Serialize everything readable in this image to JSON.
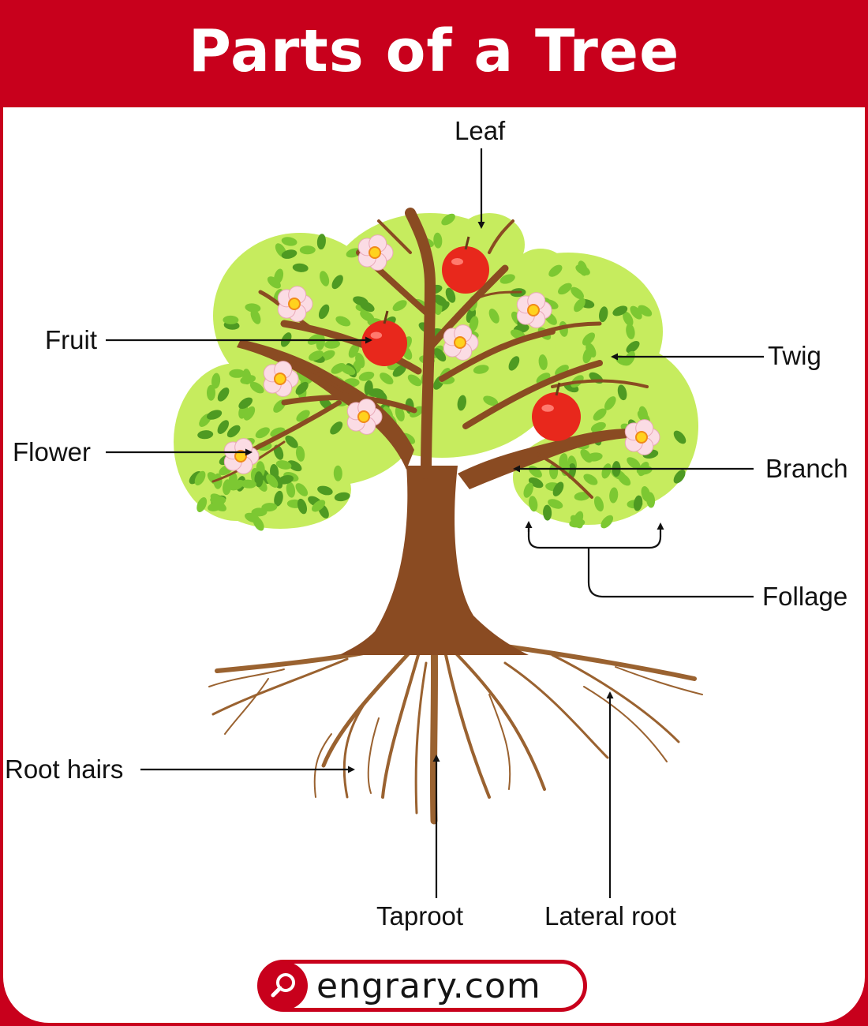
{
  "header": {
    "title": "Parts of a Tree"
  },
  "labels": {
    "leaf": "Leaf",
    "fruit": "Fruit",
    "twig": "Twig",
    "flower": "Flower",
    "branch": "Branch",
    "foliage": "Follage",
    "root_hairs": "Root hairs",
    "taproot": "Taproot",
    "lateral_root": "Lateral root"
  },
  "brand": {
    "text": "engrary.com",
    "icon": "search-icon"
  },
  "colors": {
    "header": "#c8001c",
    "foliage_light": "#c6ec5e",
    "leaf": "#7cc832",
    "leaf_dark": "#4e9a22",
    "bark": "#8a4b22",
    "root": "#9a6230",
    "fruit": "#e8281c",
    "flower": "#fbdce4"
  }
}
